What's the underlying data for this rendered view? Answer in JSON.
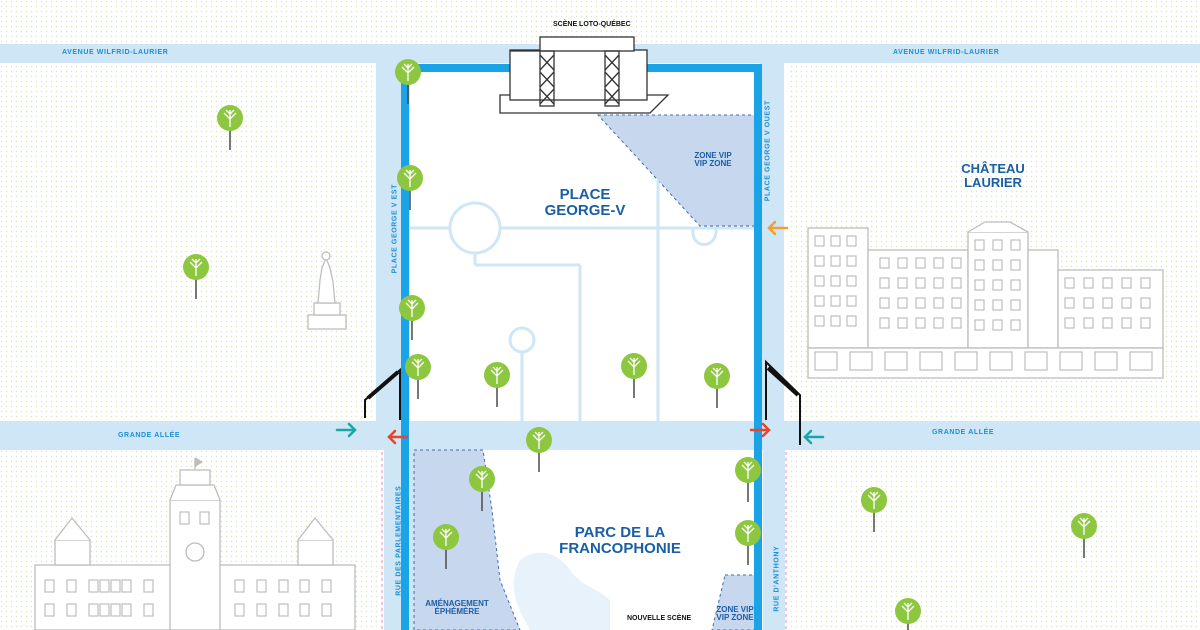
{
  "labels": {
    "avenue_left": "AVENUE WILFRID-LAURIER",
    "avenue_right": "AVENUE WILFRID-LAURIER",
    "scene_loto": "SCÈNE LOTO-QUÉBEC",
    "place_george_v_line1": "PLACE",
    "place_george_v_line2": "GEORGE-V",
    "zone_vip_top_line1": "ZONE VIP",
    "zone_vip_top_line2": "VIP ZONE",
    "place_george_v_est": "PLACE GEORGE V EST",
    "place_george_v_ouest": "PLACE GEORGE V OUEST",
    "chateau_line1": "CHÂTEAU",
    "chateau_line2": "LAURIER",
    "grande_allee_left": "GRANDE ALLÉE",
    "grande_allee_right": "GRANDE ALLÉE",
    "rue_parlementaires": "RUE DES PARLEMENTAIRES",
    "parc_line1": "PARC DE LA",
    "parc_line2": "FRANCOPHONIE",
    "amenagement_line1": "AMÉNAGEMENT",
    "amenagement_line2": "ÉPHÉMÈRE",
    "nouvelle_scene": "NOUVELLE SCÈNE",
    "zone_vip_bottom_line1": "ZONE VIP",
    "zone_vip_bottom_line2": "VIP ZONE",
    "rue_anthony": "RUE D'ANTHONY"
  },
  "colors": {
    "street_fill": "#cfe6f6",
    "path_blue": "#1aa3e6",
    "zone_fill": "#c6d7ee",
    "tree_green": "#8dc63f",
    "arrow_teal": "#1aa6a6",
    "arrow_red": "#e8432b",
    "arrow_orange": "#f0a030",
    "building_gray": "#bdbdbd",
    "lawn_dots": "#d6e6b8"
  },
  "icons": {
    "tree": "tree-icon",
    "statue": "statue-icon",
    "gate": "entrance-gate-icon",
    "stage": "stage-icon"
  }
}
